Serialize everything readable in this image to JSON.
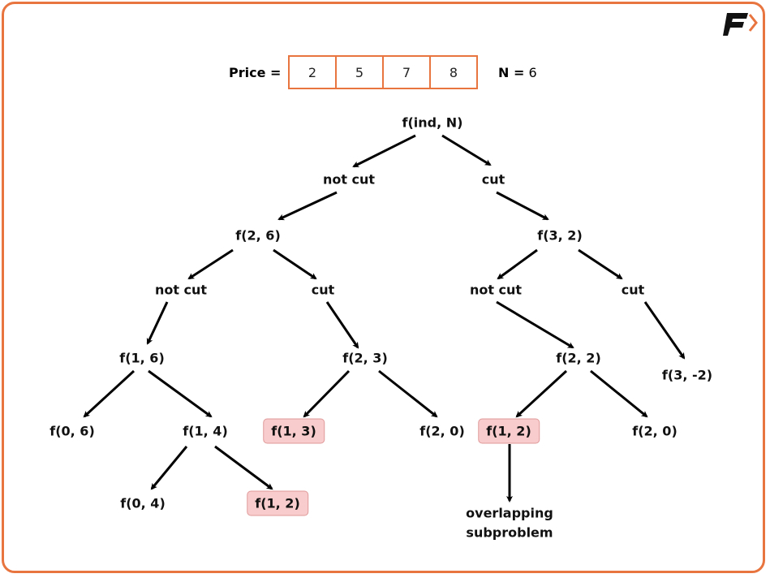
{
  "header": {
    "price_label": "Price =",
    "prices": [
      "2",
      "5",
      "7",
      "8"
    ],
    "n_key": "N =",
    "n_value": "6"
  },
  "tree": {
    "root": "f(ind, N)",
    "l1": [
      "not cut",
      "cut"
    ],
    "l2": [
      "f(2, 6)",
      "f(3, 2)"
    ],
    "l3": [
      "not cut",
      "cut",
      "not cut",
      "cut"
    ],
    "l4": [
      "f(1, 6)",
      "f(2, 3)",
      "f(2, 2)",
      "f(3, -2)"
    ],
    "l5": [
      "f(0, 6)",
      "f(1, 4)",
      "f(1, 3)",
      "f(2, 0)",
      "f(1, 2)",
      "f(2, 0)"
    ],
    "l6": [
      "f(0, 4)",
      "f(1, 2)"
    ],
    "note": [
      "overlapping",
      "subproblem"
    ]
  },
  "colors": {
    "accent": "#e8743f",
    "highlight": "#f8cccc"
  }
}
